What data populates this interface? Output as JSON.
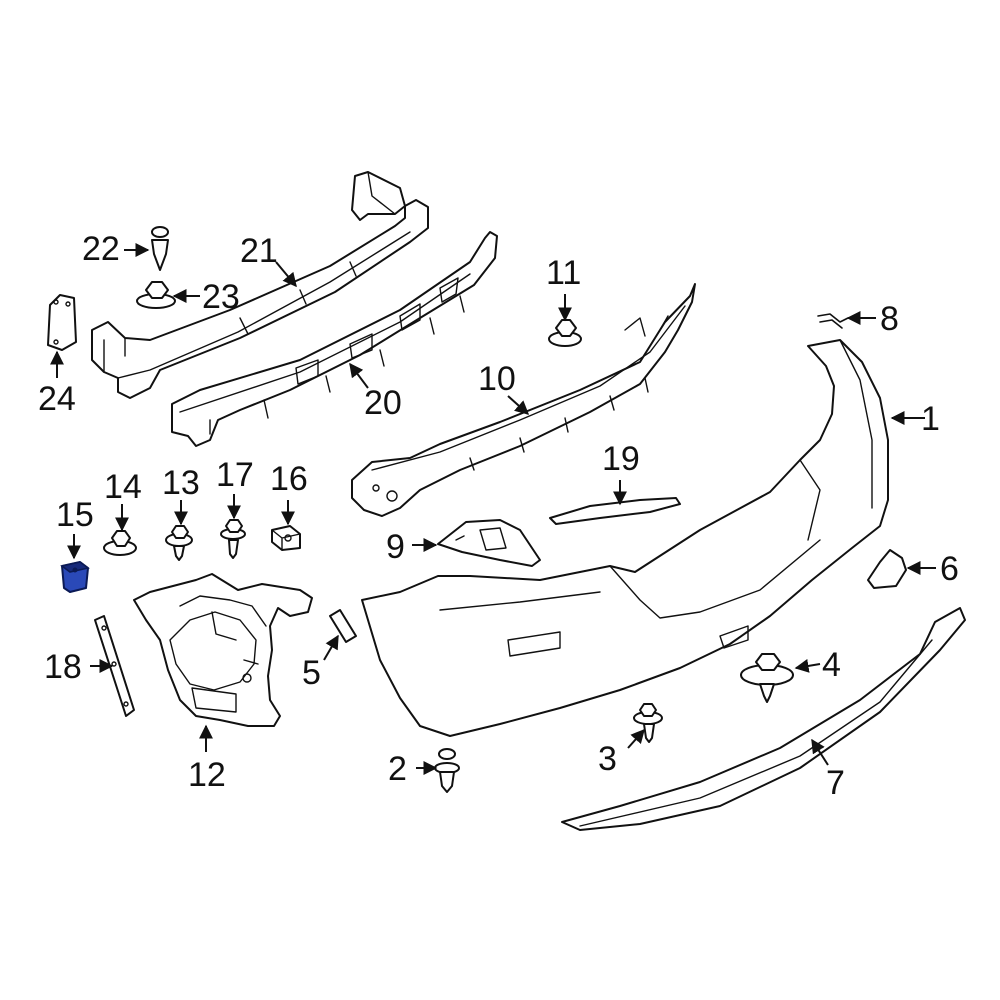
{
  "diagram": {
    "highlight_color": "#2a49b8",
    "line_color": "#111111",
    "background": "#ffffff",
    "callouts": {
      "c1": "1",
      "c2": "2",
      "c3": "3",
      "c4": "4",
      "c5": "5",
      "c6": "6",
      "c7": "7",
      "c8": "8",
      "c9": "9",
      "c10": "10",
      "c11": "11",
      "c12": "12",
      "c13": "13",
      "c14": "14",
      "c15": "15",
      "c16": "16",
      "c17": "17",
      "c18": "18",
      "c19": "19",
      "c20": "20",
      "c21": "21",
      "c22": "22",
      "c23": "23",
      "c24": "24"
    },
    "highlighted_part": "15"
  }
}
